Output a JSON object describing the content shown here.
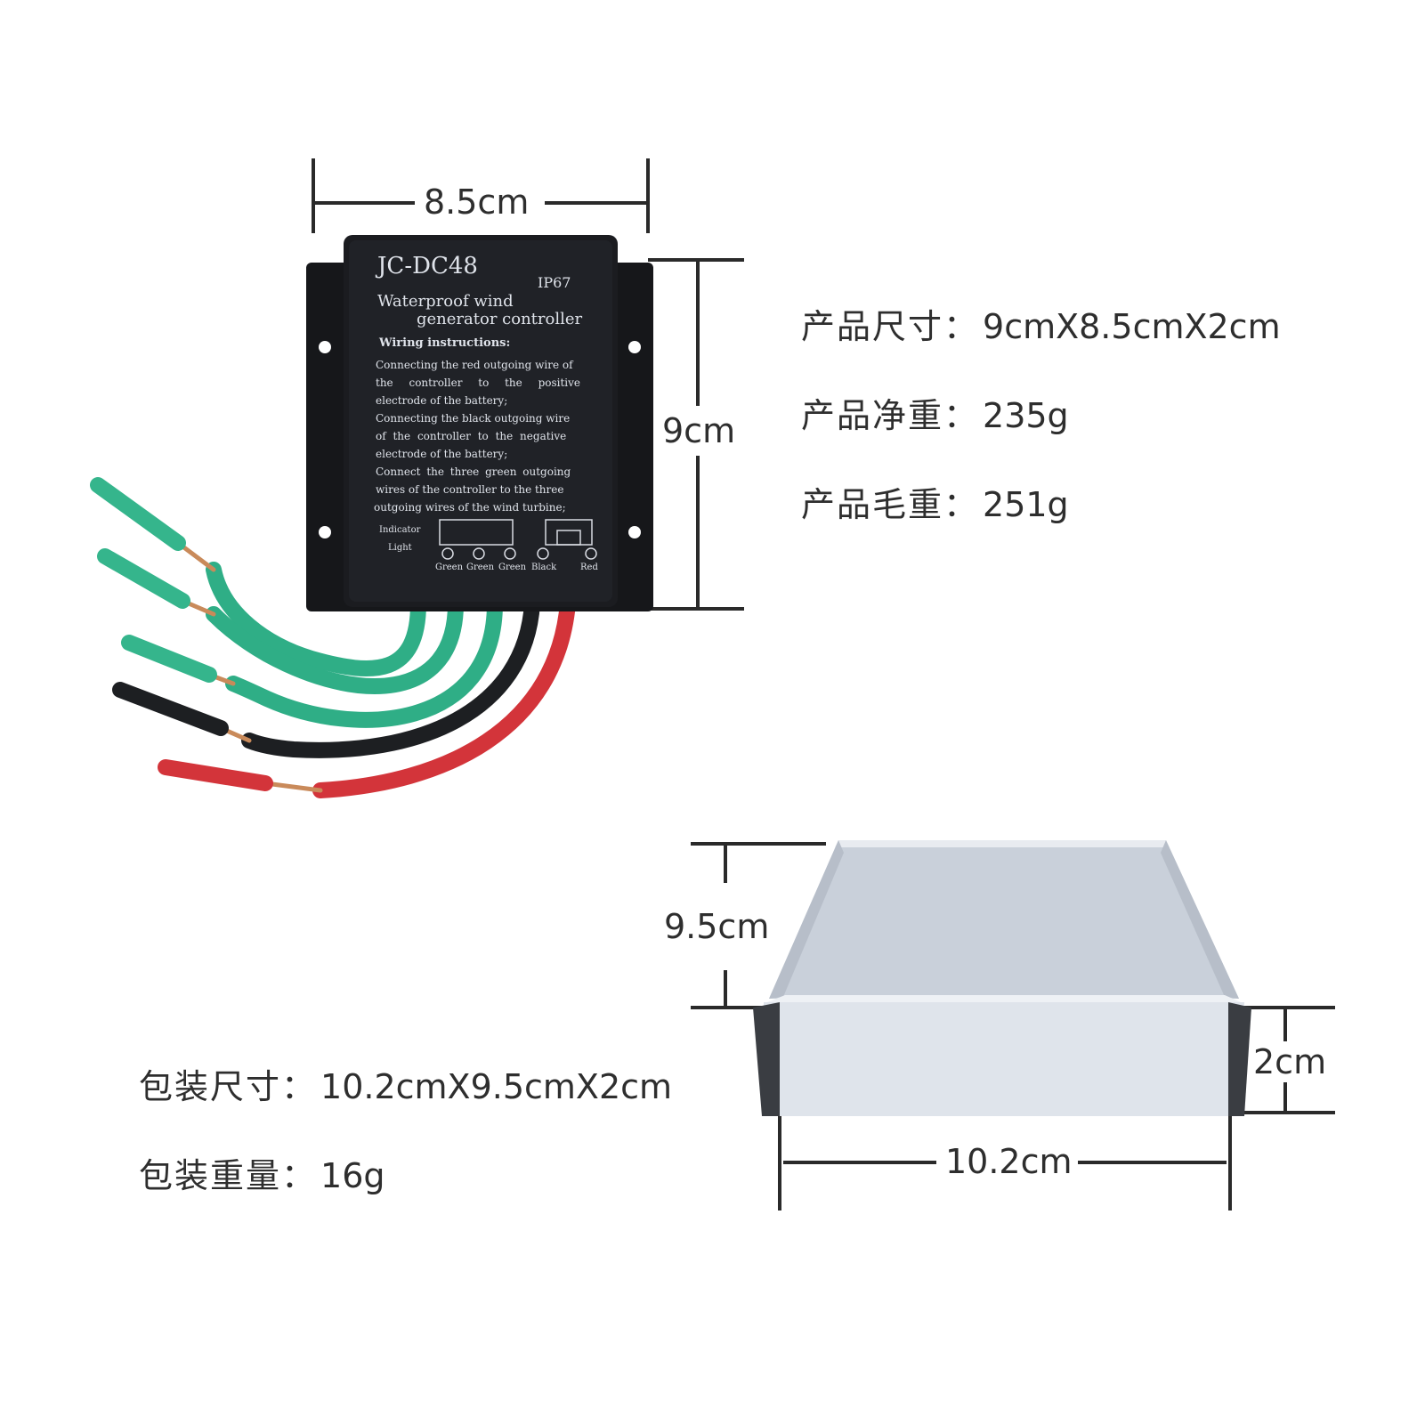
{
  "device": {
    "model": "JC-DC48",
    "rating": "IP67",
    "subtitle_line1": "Waterproof wind",
    "subtitle_line2": "generator controller",
    "wiring_heading": "Wiring instructions:",
    "wiring_lines": [
      "Connecting the red outgoing wire of",
      "the controller to the positive",
      "electrode of the battery;",
      "Connecting the black outgoing wire",
      "of the controller to the negative",
      "electrode of the battery;",
      "Connect the three green outgoing",
      "wires of the controller to the three",
      "outgoing wires of the wind turbine;"
    ],
    "indicator_label_1": "Indicator",
    "indicator_label_2": "Light",
    "terminals": [
      "Green",
      "Green",
      "Green",
      "Black",
      "Red"
    ],
    "wire_colors": {
      "green": "#2fae86",
      "black": "#1d1f22",
      "red": "#d3343a"
    }
  },
  "dimensions": {
    "controller_width": "8.5cm",
    "controller_height": "9cm",
    "box_height": "9.5cm",
    "box_depth": "2cm",
    "box_width": "10.2cm"
  },
  "specs": {
    "product_size": {
      "key": "产品尺寸：",
      "value": "9cmX8.5cmX2cm"
    },
    "net_weight": {
      "key": "产品净重：",
      "value": "235g"
    },
    "gross_weight": {
      "key": "产品毛重：",
      "value": "251g"
    },
    "package_size": {
      "key": "包装尺寸：",
      "value": "10.2cmX9.5cmX2cm"
    },
    "package_weight": {
      "key": "包装重量：",
      "value": "16g"
    }
  }
}
